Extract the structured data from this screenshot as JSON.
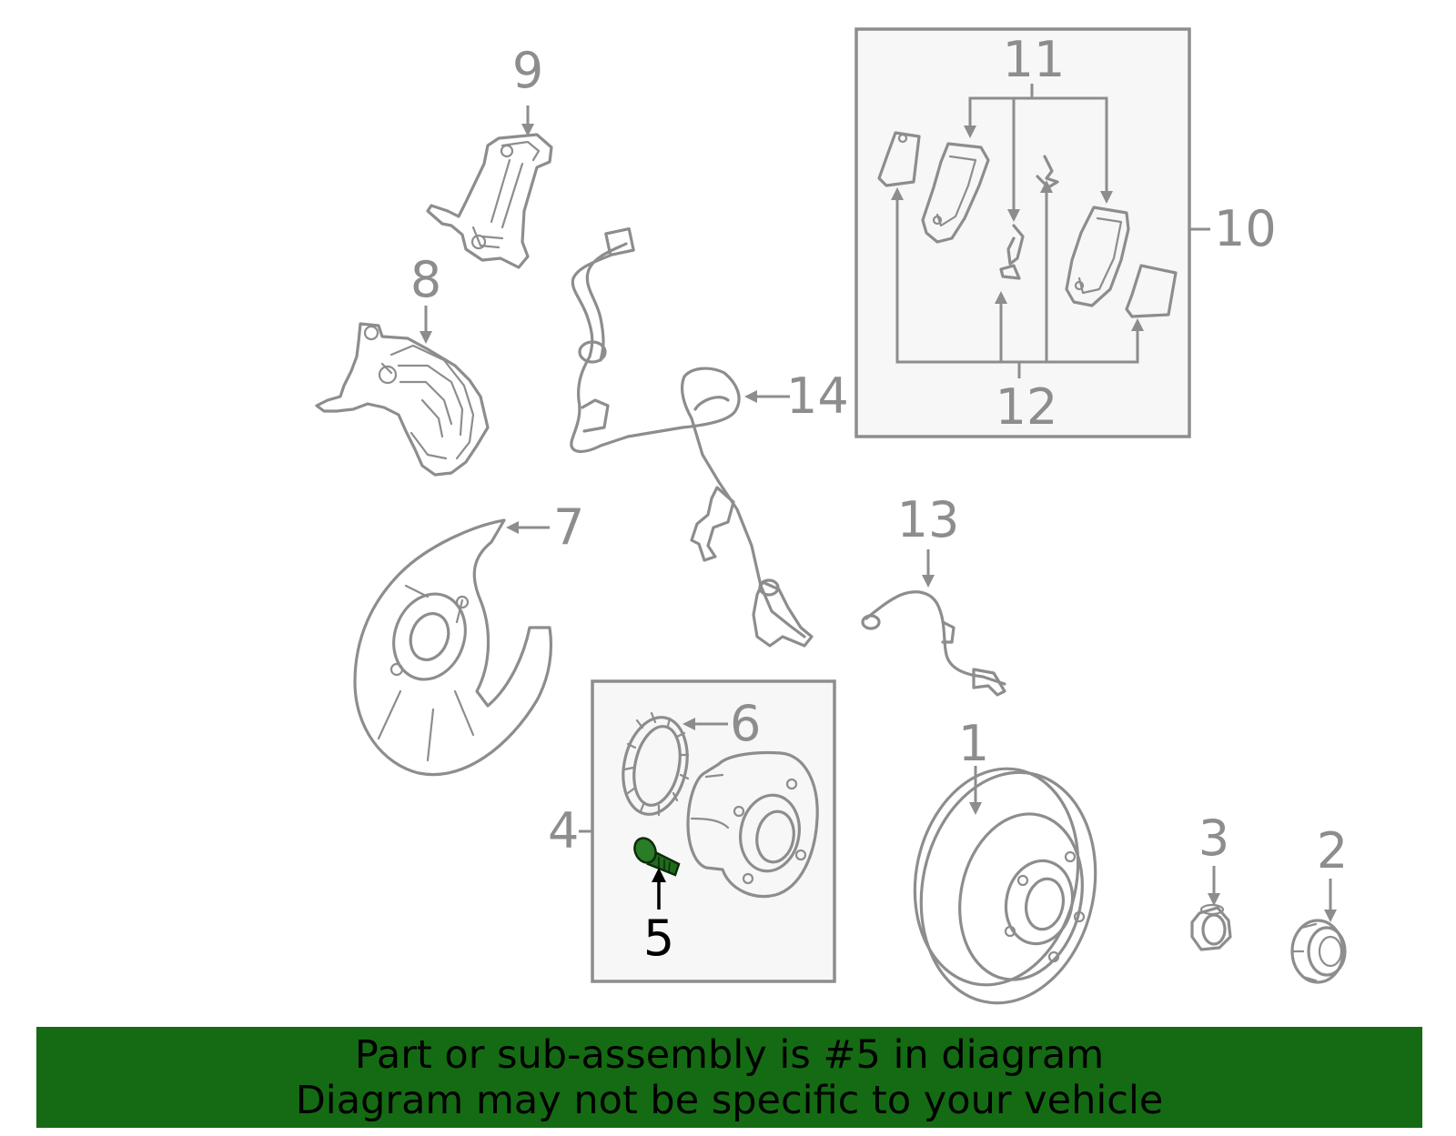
{
  "callouts": {
    "c1": "1",
    "c2": "2",
    "c3": "3",
    "c4": "4",
    "c5": "5",
    "c6": "6",
    "c7": "7",
    "c8": "8",
    "c9": "9",
    "c10": "10",
    "c11": "11",
    "c12": "12",
    "c13": "13",
    "c14": "14"
  },
  "highlighted_part": "5",
  "banner": {
    "line1": "Part or sub-assembly is #5 in diagram",
    "line2": "Diagram may not be specific to your vehicle"
  },
  "colors": {
    "part_stroke": "#8d8d8d",
    "highlight": "#1f6b1c",
    "banner_bg": "#156b13",
    "box_fill": "#f7f7f7"
  }
}
